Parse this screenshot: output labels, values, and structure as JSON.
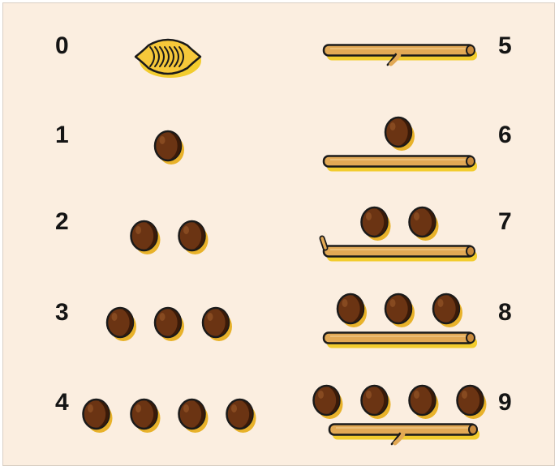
{
  "title": "",
  "numerals": [
    {
      "label": "0",
      "value": 0,
      "shells": 1,
      "bars": 0,
      "dots": 0
    },
    {
      "label": "1",
      "value": 1,
      "shells": 0,
      "bars": 0,
      "dots": 1
    },
    {
      "label": "2",
      "value": 2,
      "shells": 0,
      "bars": 0,
      "dots": 2
    },
    {
      "label": "3",
      "value": 3,
      "shells": 0,
      "bars": 0,
      "dots": 3
    },
    {
      "label": "4",
      "value": 4,
      "shells": 0,
      "bars": 0,
      "dots": 4
    },
    {
      "label": "5",
      "value": 5,
      "shells": 0,
      "bars": 1,
      "dots": 0
    },
    {
      "label": "6",
      "value": 6,
      "shells": 0,
      "bars": 1,
      "dots": 1
    },
    {
      "label": "7",
      "value": 7,
      "shells": 0,
      "bars": 1,
      "dots": 2
    },
    {
      "label": "8",
      "value": 8,
      "shells": 0,
      "bars": 1,
      "dots": 3
    },
    {
      "label": "9",
      "value": 9,
      "shells": 0,
      "bars": 1,
      "dots": 4
    }
  ],
  "colors": {
    "background": "#fbeee0",
    "dot_fill": "#6b3413",
    "dot_dark": "#3a1a08",
    "dot_shadow": "#e8b22a",
    "stick_fill": "#e2a955",
    "stick_shadow": "#f2cc2e",
    "shell_fill": "#f6c83a",
    "outline": "#1a1a1a",
    "numeral_text": "#151515"
  },
  "icons": {
    "zero": "shell-icon",
    "one": "dot-icon",
    "five": "stick-icon"
  }
}
